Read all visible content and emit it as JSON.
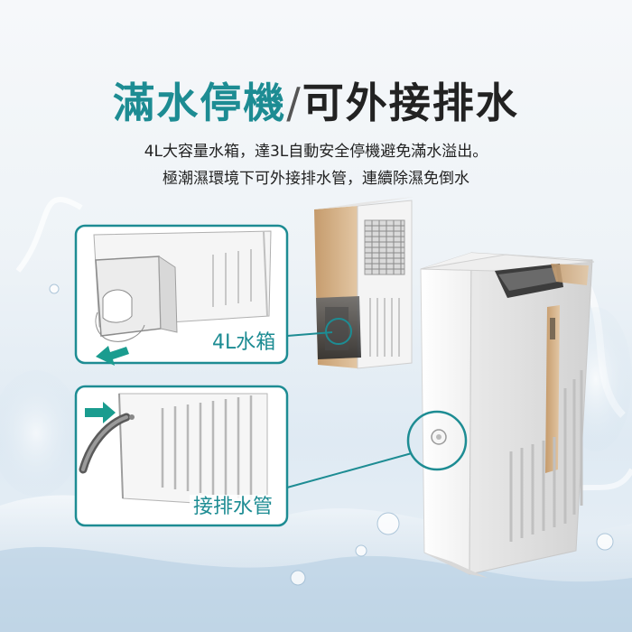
{
  "headline": {
    "part1": "滿水停機",
    "separator": "/",
    "part2": "可外接排水"
  },
  "description": {
    "line1": "4L大容量水箱，達3L自動安全停機避免滿水溢出。",
    "line2": "極潮濕環境下可外接排水管，連續除濕免倒水"
  },
  "callouts": {
    "tank_label": "4L水箱",
    "drain_label": "接排水管"
  },
  "colors": {
    "accent": "#1d8c93",
    "gold": "#c9a277",
    "arrow": "#1a9c8f"
  }
}
